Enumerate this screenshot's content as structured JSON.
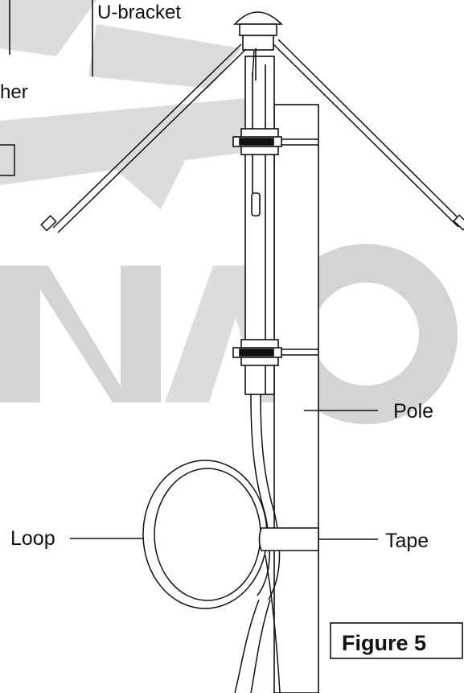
{
  "labels": {
    "u_bracket": "U-bracket",
    "washer_partial": "her",
    "pole": "Pole",
    "loop": "Loop",
    "tape": "Tape",
    "figure": "Figure 5"
  },
  "watermark": {
    "color": "#d9d9d9"
  },
  "colors": {
    "ink": "#111111",
    "paper": "#ffffff"
  }
}
